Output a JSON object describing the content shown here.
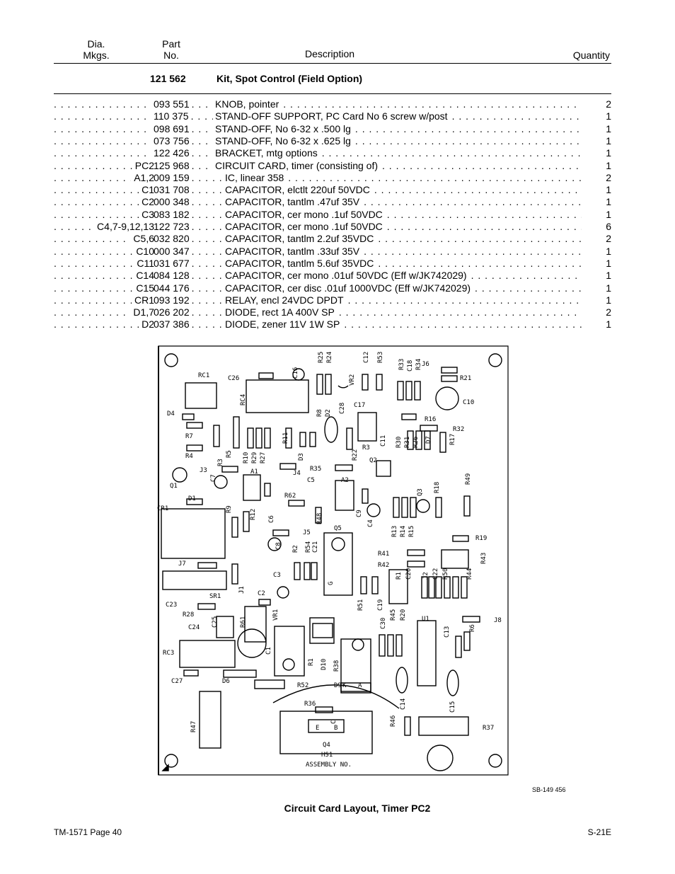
{
  "header": {
    "dia_line1": "Dia.",
    "dia_line2": "Mkgs.",
    "part_line1": "Part",
    "part_line2": "No.",
    "description": "Description",
    "quantity": "Quantity"
  },
  "kit": {
    "part_no": "121 562",
    "description": "Kit, Spot Control (Field Option)"
  },
  "rows": [
    {
      "dia": "",
      "part": "093 551",
      "desc": "KNOB, pointer",
      "qty": "2",
      "indent": false
    },
    {
      "dia": "",
      "part": "110 375",
      "desc": "STAND-OFF SUPPORT, PC Card No 6 screw w/post",
      "qty": "1",
      "indent": false
    },
    {
      "dia": "",
      "part": "098 691",
      "desc": "STAND-OFF, No 6-32 x .500 lg",
      "qty": "1",
      "indent": false
    },
    {
      "dia": "",
      "part": "073 756",
      "desc": "STAND-OFF, No 6-32 x .625 lg",
      "qty": "1",
      "indent": false
    },
    {
      "dia": "",
      "part": "122 426",
      "desc": "BRACKET, mtg options",
      "qty": "1",
      "indent": false
    },
    {
      "dia": "PC2",
      "part": "125 968",
      "desc": "CIRCUIT CARD, timer (consisting of)",
      "qty": "1",
      "indent": false
    },
    {
      "dia": "A1,2",
      "part": "009 159",
      "desc": "IC, linear 358",
      "qty": "2",
      "indent": true
    },
    {
      "dia": "C1",
      "part": "031 708",
      "desc": "CAPACITOR, elctlt 220uf 50VDC",
      "qty": "1",
      "indent": true
    },
    {
      "dia": "C2",
      "part": "000 348",
      "desc": "CAPACITOR, tantlm .47uf 35V",
      "qty": "1",
      "indent": true
    },
    {
      "dia": "C3",
      "part": "083 182",
      "desc": "CAPACITOR, cer mono .1uf 50VDC",
      "qty": "1",
      "indent": true
    },
    {
      "dia": "C4,7-9,12,13",
      "part": "122 723",
      "desc": "CAPACITOR, cer mono .1uf 50VDC",
      "qty": "6",
      "indent": true
    },
    {
      "dia": "C5,6",
      "part": "032 820",
      "desc": "CAPACITOR, tantlm 2.2uf 35VDC",
      "qty": "2",
      "indent": true
    },
    {
      "dia": "C10",
      "part": "000 347",
      "desc": "CAPACITOR, tantlm .33uf 35V",
      "qty": "1",
      "indent": true
    },
    {
      "dia": "C11",
      "part": "031 677",
      "desc": "CAPACITOR, tantlm 5.6uf 35VDC",
      "qty": "1",
      "indent": true
    },
    {
      "dia": "C14",
      "part": "084 128",
      "desc": "CAPACITOR, cer mono .01uf 50VDC (Eff w/JK742029)",
      "qty": "1",
      "indent": true
    },
    {
      "dia": "C15",
      "part": "044 176",
      "desc": "CAPACITOR, cer disc .01uf 1000VDC (Eff w/JK742029)",
      "qty": "1",
      "indent": true
    },
    {
      "dia": "CR1",
      "part": "093 192",
      "desc": "RELAY, encl 24VDC DPDT",
      "qty": "1",
      "indent": true
    },
    {
      "dia": "D1,7",
      "part": "026 202",
      "desc": "DIODE, rect 1A 400V SP",
      "qty": "2",
      "indent": true
    },
    {
      "dia": "D2",
      "part": "037 386",
      "desc": "DIODE, zener 11V 1W SP",
      "qty": "1",
      "indent": true
    }
  ],
  "diagram": {
    "labels": {
      "rc1": "RC1",
      "c26": "C26",
      "c16": "C16",
      "r25": "R25",
      "r24": "R24",
      "vr2": "VR2",
      "c12": "C12",
      "r53": "R53",
      "r33": "R33",
      "c18a": "C18",
      "r34": "R34",
      "j6": "J6",
      "r21": "R21",
      "c10": "C10",
      "rc4": "RC4",
      "d4": "D4",
      "r7": "R7",
      "r4": "R4",
      "r5": "R5",
      "r3": "R3",
      "r10": "R10",
      "r29": "R29",
      "r27": "R27",
      "r11": "R11",
      "r8": "R8",
      "d2": "D2",
      "c28": "C28",
      "c17": "C17",
      "r16": "R16",
      "r32": "R32",
      "r22": "R22",
      "d3": "D3",
      "c11": "C11",
      "r30": "R30",
      "r31": "R31",
      "r26": "R26",
      "d7": "D7",
      "r17": "R17",
      "j3": "J3",
      "a1": "A1",
      "j4": "J4",
      "r35": "R35",
      "q2": "Q2",
      "q1": "Q1",
      "c7": "C7",
      "c5": "C5",
      "a2": "A2",
      "r49": "R49",
      "d1": "D1",
      "cr1": "CR1",
      "r9": "R9",
      "r12": "R12",
      "r62": "R62",
      "c6": "C6",
      "r48": "R48",
      "c9": "C9",
      "c4": "C4",
      "r18": "R18",
      "q3": "Q3",
      "r13": "R13",
      "r14": "R14",
      "r15": "R15",
      "r19": "R19",
      "j5": "J5",
      "q5": "Q5",
      "c8": "C8",
      "r2": "R2",
      "r54": "R54",
      "c21": "C21",
      "r41": "R41",
      "r42": "R42",
      "r43": "R43",
      "j7": "J7",
      "sr1": "SR1",
      "j1": "J1",
      "c3": "C3",
      "r1x": "R1",
      "c20": "C20",
      "j2": "J2",
      "c22": "C22",
      "r50": "R50",
      "r44": "R44",
      "c23": "C23",
      "r28": "R28",
      "c2": "C2",
      "r51": "R51",
      "c19": "C19",
      "c24": "C24",
      "c25": "C25",
      "r61": "R61",
      "vr1": "VR1",
      "c30": "C30",
      "r45": "R45",
      "r20": "R20",
      "u1": "U1",
      "j8": "J8",
      "c13": "C13",
      "r6": "R6",
      "rc3": "RC3",
      "c1": "C1",
      "r1": "R1",
      "d10": "D10",
      "r38": "R38",
      "c27": "C27",
      "d6": "D6",
      "r52": "R52",
      "d9": "D9",
      "c14": "C14",
      "c15": "C15",
      "r36": "R36",
      "r46": "R46",
      "r47": "R47",
      "r37": "R37",
      "q4": "Q4",
      "hs1": "HS1",
      "assembly": "ASSEMBLY NO.",
      "g": "G",
      "k": "K",
      "a": "A",
      "e": "E",
      "b": "B",
      "c": "C"
    },
    "code": "SB-149 456"
  },
  "caption": "Circuit Card Layout, Timer PC2",
  "footer": {
    "left": "TM-1571 Page 40",
    "right": "S-21E"
  }
}
